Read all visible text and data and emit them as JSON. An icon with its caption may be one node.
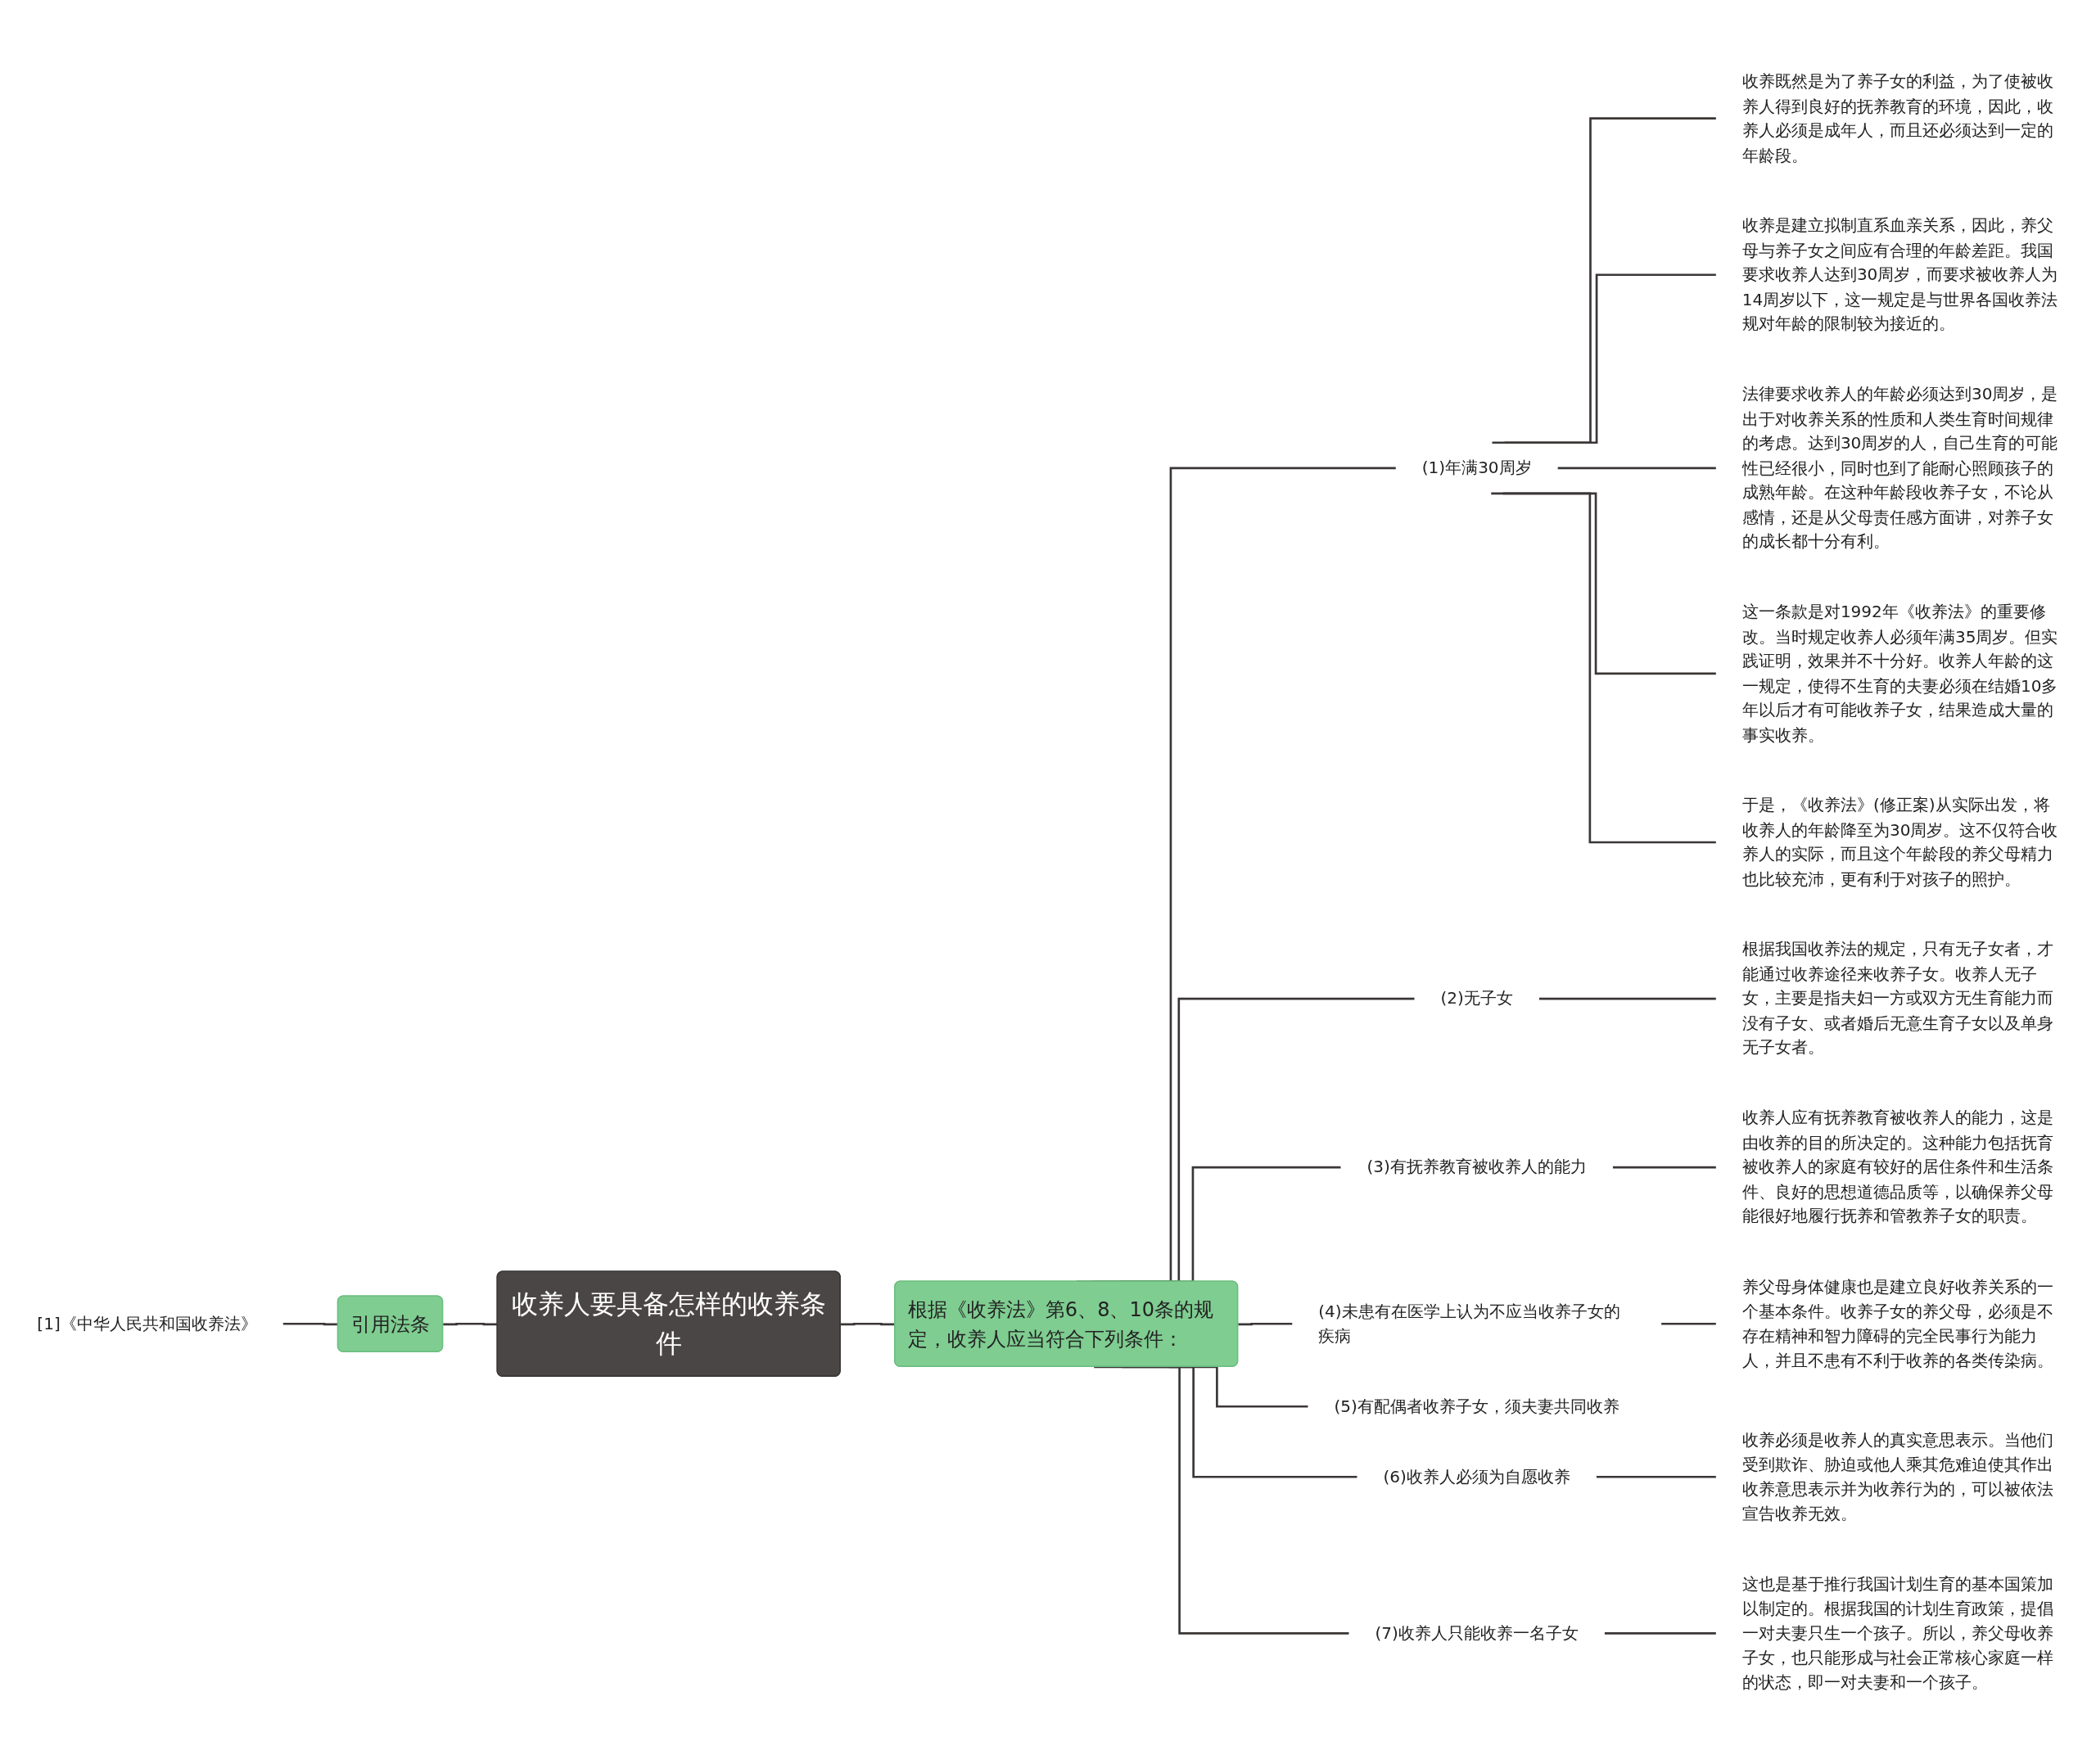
{
  "diagram": {
    "nodes": [
      {
        "text": [
          "收养人要具备怎样的收养条件"
        ]
      },
      {
        "text": [
          "引用法条"
        ]
      },
      {
        "text": [
          "[1]《中华人民共和国收养法》"
        ]
      },
      {
        "text": [
          "根据《收养法》第6、8、10条的规定，收养人应当符合下列条件："
        ]
      },
      {
        "text": [
          "(1)年满30周岁"
        ]
      },
      {
        "text": [
          "收养既然是为了养子女的利益，为了使被收养人得到良好的抚养教育的环境，因此，收养人必须是成年人，而且还必须达到一定的年龄段。"
        ]
      },
      {
        "text": [
          "收养是建立拟制直系血亲关系，因此，养父母与养子女之间应有合理的年龄差距。我国要求收养人达到30周岁，而要求被收养人为14周岁以下，这一规定是与世界各国收养法规对年龄的限制较为接近的。"
        ]
      },
      {
        "text": [
          "法律要求收养人的年龄必须达到30周岁，是出于对收养关系的性质和人类生育时间规律的考虑。达到30周岁的人，自己生育的可能性已经很小，同时也到了能耐心照顾孩子的成熟年龄。在这种年龄段收养子女，不论从感情，还是从父母责任感方面讲，对养子女的成长都十分有利。"
        ]
      },
      {
        "text": [
          "这一条款是对1992年《收养法》的重要修改。当时规定收养人必须年满35周岁。但实践证明，效果并不十分好。收养人年龄的这一规定，使得不生育的夫妻必须在结婚10多年以后才有可能收养子女，结果造成大量的事实收养。"
        ]
      },
      {
        "text": [
          "于是，《收养法》(修正案)从实际出发，将收养人的年龄降至为30周岁。这不仅符合收养人的实际，而且这个年龄段的养父母精力也比较充沛，更有利于对孩子的照护。"
        ]
      },
      {
        "text": [
          "(2)无子女"
        ]
      },
      {
        "text": [
          "根据我国收养法的规定，只有无子女者，才能通过收养途径来收养子女。收养人无子女，主要是指夫妇一方或双方无生育能力而没有子女、或者婚后无意生育子女以及单身无子女者。"
        ]
      },
      {
        "text": [
          "(3)有抚养教育被收养人的能力"
        ]
      },
      {
        "text": [
          "收养人应有抚养教育被收养人的能力，这是由收养的目的所决定的。这种能力包括抚育被收养人的家庭有较好的居住条件和生活条件、良好的思想道德品质等，以确保养父母能很好地履行抚养和管教养子女的职责。"
        ]
      },
      {
        "text": [
          "(4)未患有在医学上认为不应当收养子女的疾病"
        ]
      },
      {
        "text": [
          "养父母身体健康也是建立良好收养关系的一个基本条件。收养子女的养父母，必须是不存在精神和智力障碍的完全民事行为能力人，并且不患有不利于收养的各类传染病。"
        ]
      },
      {
        "text": [
          "(5)有配偶者收养子女，须夫妻共同收养"
        ]
      },
      {
        "text": [
          "(6)收养人必须为自愿收养"
        ]
      },
      {
        "text": [
          "收养必须是收养人的真实意思表示。当他们受到欺诈、胁迫或他人乘其危难迫使其作出收养意思表示并为收养行为的，可以被依法宣告收养无效。"
        ]
      },
      {
        "text": [
          "(7)收养人只能收养一名子女"
        ]
      },
      {
        "text": [
          "这也是基于推行我国计划生育的基本国策加以制定的。根据我国的计划生育政策，提倡一对夫妻只生一个孩子。所以，养父母收养子女，也只能形成与社会正常核心家庭一样的状态，即一对夫妻和一个孩子。"
        ]
      }
    ],
    "edges": [
      {
        "from": 2,
        "to": 1,
        "arrow": "none"
      },
      {
        "from": 1,
        "to": 0,
        "arrow": "none"
      },
      {
        "from": 0,
        "to": 3,
        "arrow": "none"
      },
      {
        "from": 3,
        "to": 4,
        "arrow": "none"
      },
      {
        "from": 4,
        "to": 5,
        "arrow": "none"
      },
      {
        "from": 4,
        "to": 6,
        "arrow": "none"
      },
      {
        "from": 4,
        "to": 7,
        "arrow": "none"
      },
      {
        "from": 4,
        "to": 8,
        "arrow": "none"
      },
      {
        "from": 4,
        "to": 9,
        "arrow": "none"
      },
      {
        "from": 3,
        "to": 10,
        "arrow": "none"
      },
      {
        "from": 10,
        "to": 11,
        "arrow": "none"
      },
      {
        "from": 3,
        "to": 12,
        "arrow": "none"
      },
      {
        "from": 12,
        "to": 13,
        "arrow": "none"
      },
      {
        "from": 3,
        "to": 14,
        "arrow": "none"
      },
      {
        "from": 14,
        "to": 15,
        "arrow": "none"
      },
      {
        "from": 3,
        "to": 16,
        "arrow": "none"
      },
      {
        "from": 3,
        "to": 17,
        "arrow": "none"
      },
      {
        "from": 17,
        "to": 18,
        "arrow": "none"
      },
      {
        "from": 3,
        "to": 19,
        "arrow": "none"
      },
      {
        "from": 19,
        "to": 20,
        "arrow": "none"
      }
    ]
  }
}
